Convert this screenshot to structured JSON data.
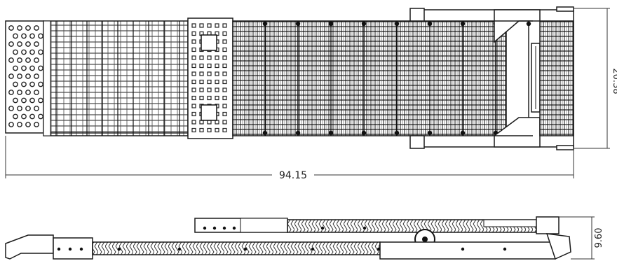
{
  "dimensions": {
    "overall_length": "94.15",
    "overall_width": "20.38",
    "side_height": "9.60"
  },
  "views": {
    "top": "plan-view",
    "side": "elevation-view"
  },
  "colors": {
    "line": "#1a1a1a",
    "hatch": "#333333",
    "background": "#ffffff"
  }
}
